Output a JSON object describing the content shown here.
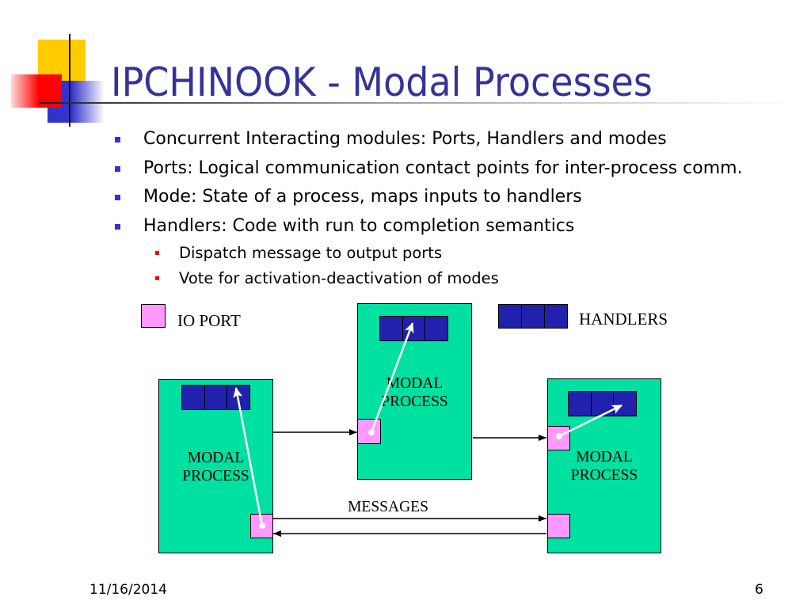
{
  "slide": {
    "title": "IPCHINOOK - Modal Processes",
    "bullets": [
      {
        "text": "Concurrent Interacting modules: Ports, Handlers and modes"
      },
      {
        "text": "Ports: Logical communication contact points for inter-process comm."
      },
      {
        "text": "Mode: State of a process, maps inputs to handlers"
      },
      {
        "text": "Handlers: Code with run to completion semantics",
        "sub_bullets": [
          "Dispatch message to output ports",
          "Vote for activation-deactivation of modes"
        ]
      }
    ],
    "footer": {
      "date": "11/16/2014",
      "page_number": "6"
    }
  },
  "diagram": {
    "legend": {
      "io_port_label": "IO PORT",
      "handlers_label": "HANDLERS"
    },
    "processes": [
      {
        "label": [
          "MODAL",
          "PROCESS"
        ]
      },
      {
        "label": [
          "MODAL",
          "PROCESS"
        ]
      },
      {
        "label": [
          "MODAL",
          "PROCESS"
        ]
      }
    ],
    "messages_label": "MESSAGES"
  },
  "colors": {
    "title": "#333399",
    "bullet": "#3333cc",
    "sub_bullet": "#ff0000",
    "process_fill": "#00e0a0",
    "handler_fill": "#2121ad",
    "port_fill": "#ff99ff",
    "message_arrow": "#000000",
    "internal_arrow": "#ffffff",
    "decor_yellow": "#ffcc00",
    "decor_red": "#ff0000",
    "decor_blue": "#3333cc"
  }
}
